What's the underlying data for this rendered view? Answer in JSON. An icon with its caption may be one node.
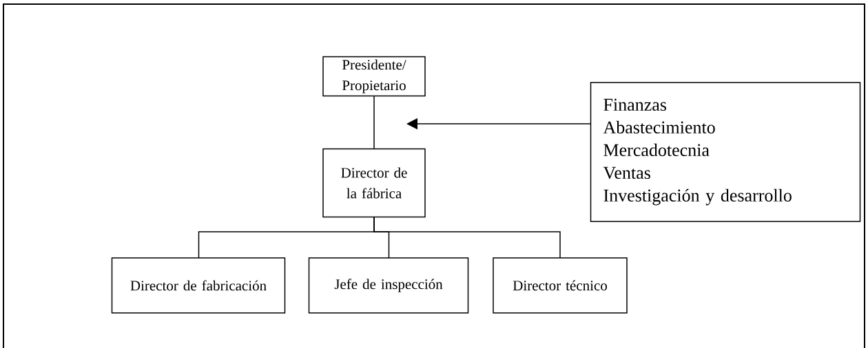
{
  "diagram": {
    "nodes": [
      {
        "text": [
          "Presidente/ Propietario"
        ]
      },
      {
        "text": [
          "Director de la fábrica"
        ]
      },
      {
        "text": [
          "Finanzas",
          "Abastecimiento",
          "Mercadotecnia",
          "Ventas",
          "Investigación y desarrollo"
        ]
      },
      {
        "text": [
          "Director de fabricación"
        ]
      },
      {
        "text": [
          "Jefe de inspección"
        ]
      },
      {
        "text": [
          "Director técnico"
        ]
      }
    ],
    "edges": [
      {
        "from": 0,
        "to": 1,
        "arrow": "none"
      },
      {
        "from": 2,
        "to": null,
        "arrow": "to"
      },
      {
        "from": 1,
        "to": 3,
        "arrow": "none"
      },
      {
        "from": 1,
        "to": 4,
        "arrow": "none"
      },
      {
        "from": 1,
        "to": 5,
        "arrow": "none"
      }
    ]
  }
}
